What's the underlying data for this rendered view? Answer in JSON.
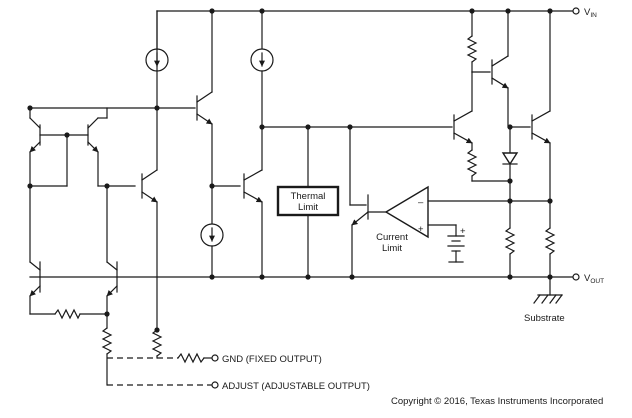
{
  "terminals": {
    "vin": {
      "base": "V",
      "sub": "IN"
    },
    "vout": {
      "base": "V",
      "sub": "OUT"
    },
    "gnd": "GND (FIXED OUTPUT)",
    "adjust": "ADJUST (ADJUSTABLE OUTPUT)"
  },
  "blocks": {
    "thermal_limit": {
      "line1": "Thermal",
      "line2": "Limit"
    },
    "current_limit": {
      "line1": "Current",
      "line2": "Limit"
    }
  },
  "opamp_signs": {
    "inv": "–",
    "noninv": "+"
  },
  "battery_sign": "+",
  "substrate_label": "Substrate",
  "copyright": "Copyright © 2016, Texas Instruments Incorporated"
}
